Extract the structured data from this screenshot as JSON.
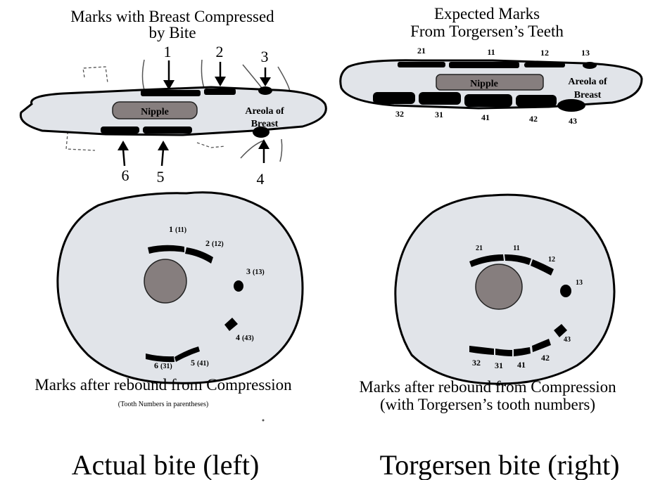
{
  "left_top": {
    "title_line1": "Marks with Breast Compressed",
    "title_line2": "by Bite",
    "nipple_label": "Nipple",
    "areola_line1": "Areola of",
    "areola_line2": "Breast",
    "mark_numbers": [
      "1",
      "2",
      "3",
      "4",
      "5",
      "6"
    ]
  },
  "right_top": {
    "title_line1": "Expected Marks",
    "title_line2": "From Torgersen’s Teeth",
    "nipple_label": "Nipple",
    "areola_line1": "Areola of",
    "areola_line2": "Breast",
    "tooth_top": [
      "21",
      "11",
      "12",
      "13"
    ],
    "tooth_bottom": [
      "32",
      "31",
      "41",
      "42",
      "43"
    ]
  },
  "left_bottom": {
    "label_1": "1",
    "label_1_tooth": "(11)",
    "label_2": "2",
    "label_2_tooth": "(12)",
    "label_3": "3",
    "label_3_tooth": "(13)",
    "label_4": "4",
    "label_4_tooth": "(43)",
    "label_5": "5",
    "label_5_tooth": "(41)",
    "label_6": "6",
    "label_6_tooth": "(31)",
    "caption": "Marks after rebound from Compression",
    "caption_note": "(Tooth Numbers in parentheses)"
  },
  "right_bottom": {
    "tooth_labels": [
      "21",
      "11",
      "12",
      "13",
      "43",
      "32",
      "31",
      "41",
      "42"
    ],
    "caption_line1": "Marks after rebound from Compression",
    "caption_line2": "(with Torgersen’s tooth numbers)"
  },
  "footer": {
    "left": "Actual bite (left)",
    "right": "Torgersen bite (right)"
  },
  "colors": {
    "background": "#ffffff",
    "breast_fill": "#e1e4e9",
    "nipple_fill": "#867e7e",
    "mark": "#000000"
  }
}
